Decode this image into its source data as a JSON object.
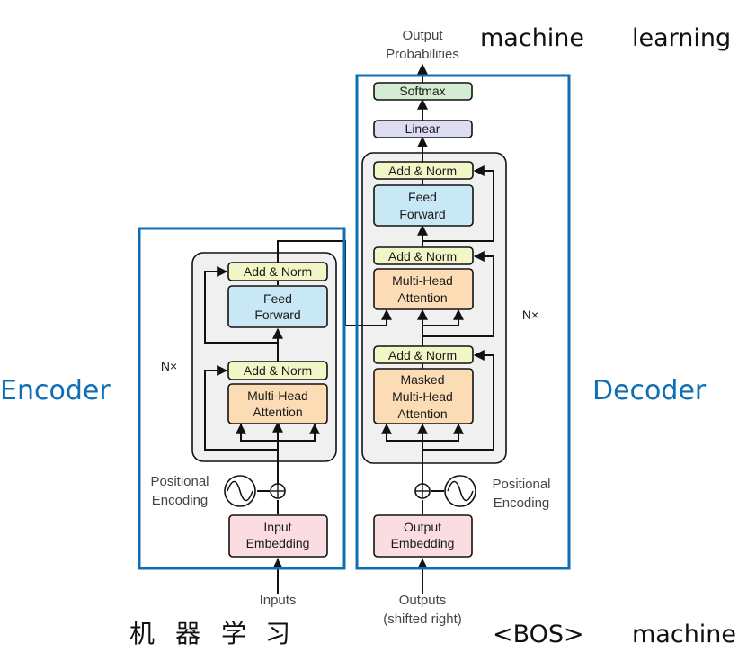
{
  "labels": {
    "encoder": "Encoder",
    "decoder": "Decoder",
    "nx": "N×"
  },
  "encoder": {
    "add_norm_top": "Add & Norm",
    "feed_forward": [
      "Feed",
      "Forward"
    ],
    "add_norm_bottom": "Add & Norm",
    "mha": [
      "Multi-Head",
      "Attention"
    ],
    "positional": [
      "Positional",
      "Encoding"
    ],
    "embedding": [
      "Input",
      "Embedding"
    ],
    "inputs": "Inputs"
  },
  "decoder": {
    "output_probs": [
      "Output",
      "Probabilities"
    ],
    "softmax": "Softmax",
    "linear": "Linear",
    "add_norm_top": "Add & Norm",
    "feed_forward": [
      "Feed",
      "Forward"
    ],
    "add_norm_mid": "Add & Norm",
    "mha": [
      "Multi-Head",
      "Attention"
    ],
    "add_norm_bottom": "Add & Norm",
    "masked_mha": [
      "Masked",
      "Multi-Head",
      "Attention"
    ],
    "positional": [
      "Positional",
      "Encoding"
    ],
    "embedding": [
      "Output",
      "Embedding"
    ],
    "outputs": [
      "Outputs",
      "(shifted right)"
    ]
  },
  "tokens": {
    "output_1": "machine",
    "output_2": "learning",
    "input_chars": [
      "机",
      "器",
      "学",
      "习"
    ],
    "decoder_in_1": "<BOS>",
    "decoder_in_2": "machine"
  },
  "colors": {
    "highlight_box": "#0e6fb5",
    "add_norm": "#f2f5c6",
    "feed_forward": "#c7e8f4",
    "attention": "#fcdcb4",
    "embedding": "#fbdde1",
    "softmax": "#d3ecd2",
    "linear": "#dcdcf3",
    "stack_bg": "#f0f0f0"
  }
}
